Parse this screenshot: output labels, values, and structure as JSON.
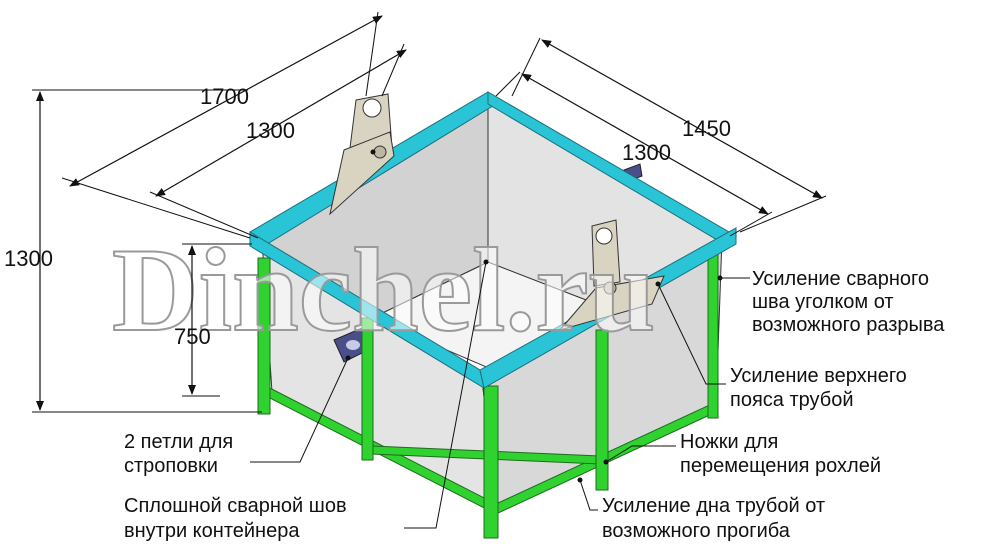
{
  "dimensions": {
    "length_outer": "1700",
    "length_inner": "1300",
    "width_outer": "1450",
    "width_inner": "1300",
    "height_total": "1300",
    "height_body": "750"
  },
  "watermark": "Dinchel.ru",
  "callouts": {
    "angle_weld_reinforcement": [
      "Усиление сварного",
      "шва уголком от",
      "возможного разрыва"
    ],
    "top_belt_reinforcement": [
      "Усиление верхнего",
      "пояса трубой"
    ],
    "crane_legs": [
      "Ножки для",
      "перемещения рохлей"
    ],
    "bottom_reinforcement": [
      "Усиление дна трубой от",
      "возможного прогиба"
    ],
    "lifting_lugs": [
      "2 петли для",
      "строповки"
    ],
    "continuous_weld": [
      "Сплошной сварной шов",
      "внутри контейнера"
    ]
  },
  "colors": {
    "top_frame": "#29c4d6",
    "legs": "#2fd22f",
    "sheet_metal": "#e6e6e6",
    "sheet_inner": "#cfcfcf",
    "lug": "#d9d3c2",
    "fork_pocket": "#4a4e8a"
  }
}
